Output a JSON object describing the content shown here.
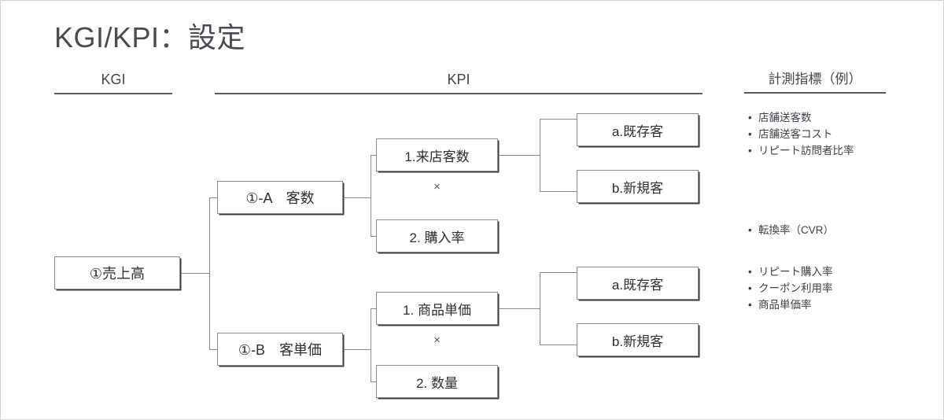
{
  "slide": {
    "title": "KGI/KPI：設定",
    "accent_color": "#5a5a62",
    "text_color": "#2e2e33",
    "box_border_color": "#8a8a8e"
  },
  "headers": {
    "kgi": "KGI",
    "kpi": "KPI",
    "metrics": "計測指標（例）"
  },
  "tree": {
    "kgi_node": {
      "label": "①売上高"
    },
    "branches": [
      {
        "node": {
          "label": "①-A　客数"
        },
        "operator": "×",
        "children": [
          {
            "label": "1.来店客数",
            "leaves": [
              {
                "label": "a.既存客"
              },
              {
                "label": "b.新規客"
              }
            ]
          },
          {
            "label": "2. 購入率",
            "leaves": []
          }
        ]
      },
      {
        "node": {
          "label": "①-B　客単価"
        },
        "operator": "×",
        "children": [
          {
            "label": "1. 商品単価",
            "leaves": [
              {
                "label": "a.既存客"
              },
              {
                "label": "b.新規客"
              }
            ]
          },
          {
            "label": "2. 数量",
            "leaves": []
          }
        ]
      }
    ]
  },
  "metrics": {
    "bullet": "•",
    "groups": [
      {
        "items": [
          "店舗送客数",
          "店舗送客コスト",
          "リピート訪問者比率"
        ]
      },
      {
        "items": [
          "転換率（CVR）"
        ]
      },
      {
        "items": [
          "リピート購入率",
          "クーポン利用率",
          "商品単価率"
        ]
      }
    ]
  }
}
